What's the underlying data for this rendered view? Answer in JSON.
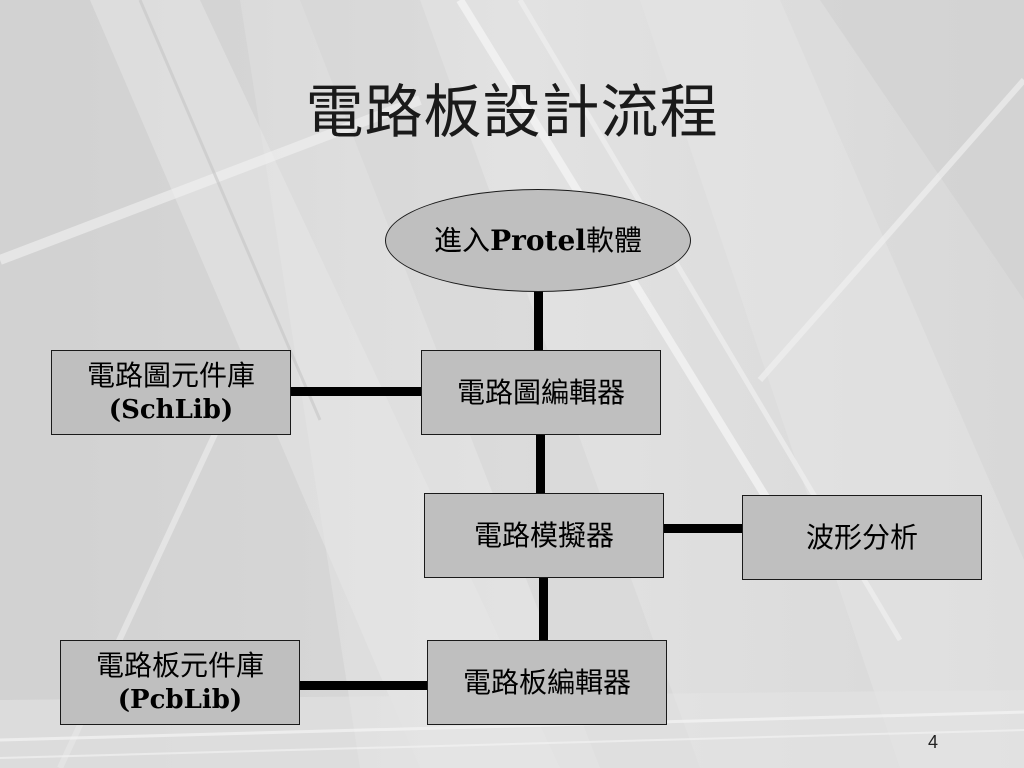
{
  "slide": {
    "title": "電路板設計流程",
    "page_number": "4"
  },
  "colors": {
    "background": "#dcdcdc",
    "node_fill": "#bfbfbf",
    "node_border": "#1a1a1a",
    "connector": "#000000"
  },
  "diagram": {
    "nodes": {
      "start": {
        "prefix": "進入",
        "latin": "Protel",
        "suffix": "軟體",
        "shape": "ellipse"
      },
      "schematic_editor": {
        "label": "電路圖編輯器"
      },
      "schematic_library": {
        "label": "電路圖元件庫",
        "sublabel": "(SchLib)"
      },
      "circuit_simulator": {
        "label": "電路模擬器"
      },
      "waveform_analysis": {
        "label": "波形分析"
      },
      "pcb_editor": {
        "label": "電路板編輯器"
      },
      "pcb_library": {
        "label": "電路板元件庫",
        "sublabel": "(PcbLib)"
      }
    },
    "edges": [
      {
        "from": "start",
        "to": "schematic_editor"
      },
      {
        "from": "schematic_library",
        "to": "schematic_editor"
      },
      {
        "from": "schematic_editor",
        "to": "circuit_simulator"
      },
      {
        "from": "circuit_simulator",
        "to": "waveform_analysis"
      },
      {
        "from": "circuit_simulator",
        "to": "pcb_editor"
      },
      {
        "from": "pcb_library",
        "to": "pcb_editor"
      }
    ]
  }
}
